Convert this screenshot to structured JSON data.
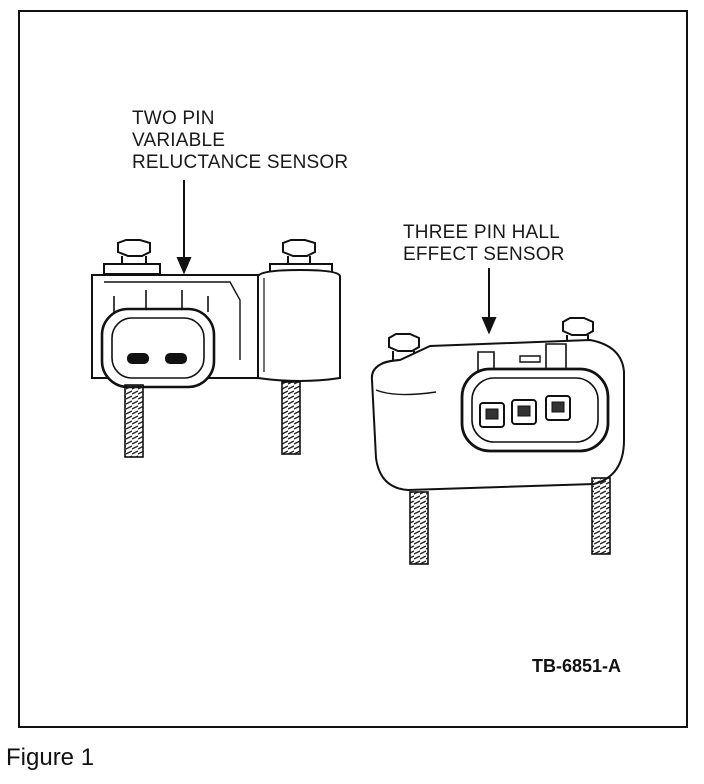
{
  "labels": {
    "two_pin": [
      "TWO PIN",
      "VARIABLE",
      "RELUCTANCE SENSOR"
    ],
    "three_pin": [
      "THREE PIN HALL",
      "EFFECT SENSOR"
    ]
  },
  "figure_code": "TB-6851-A",
  "caption": "Figure 1"
}
